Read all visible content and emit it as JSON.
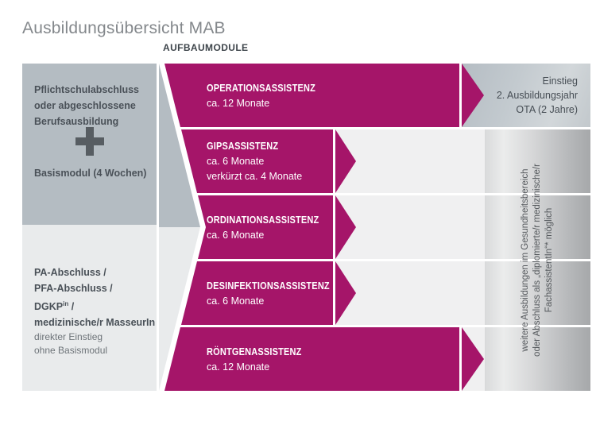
{
  "page": {
    "title": "Ausbildungsübersicht MAB",
    "section_label": "AUFBAUMODULE"
  },
  "colors": {
    "magenta": "#a51569",
    "dark_gray_box": "#b4bcc2",
    "light_gray_box": "#e9ebec",
    "light_row_bg": "#f0f0f1"
  },
  "icons": {
    "plus_icon": "+"
  },
  "entry_paths": {
    "path1": {
      "lines": [
        "Pflichtschulabschluss",
        "oder abgeschlossene",
        "Berufsausbildung"
      ],
      "basis_label": "Basismodul (4 Wochen)"
    },
    "path2": {
      "bold_line1": "PA-Abschluss /",
      "bold_line2": "PFA-Abschluss /",
      "dgkp_base": "DGKP",
      "dgkp_sup": "in",
      "dgkp_tail": " /",
      "bold_line4": "medizinische/r MasseurIn",
      "note_line1": "direkter Einstieg",
      "note_line2": "ohne Basismodul"
    }
  },
  "modules": [
    {
      "name": "OPERATIONSASSISTENZ",
      "duration": "ca. 12 Monate"
    },
    {
      "name": "GIPSASSISTENZ",
      "duration": "ca. 6 Monate",
      "extra": "verkürzt ca. 4 Monate"
    },
    {
      "name": "ORDINATIONSASSISTENZ",
      "duration": "ca. 6 Monate"
    },
    {
      "name": "DESINFEKTIONSASSISTENZ",
      "duration": "ca. 6 Monate"
    },
    {
      "name": "RÖNTGENASSISTENZ",
      "duration": "ca. 12 Monate"
    }
  ],
  "outcomes": {
    "ota": {
      "line1": "Einstieg",
      "line2": "2. Ausbildungsjahr",
      "line3": "OTA (2 Jahre)"
    },
    "further": {
      "line1": "weitere Ausbildungen im Gesundheitsbereich",
      "line2": "oder Abschluss als „diplomierte/r medizinische/r",
      "line3": "FachassistentIn“* möglich"
    }
  }
}
